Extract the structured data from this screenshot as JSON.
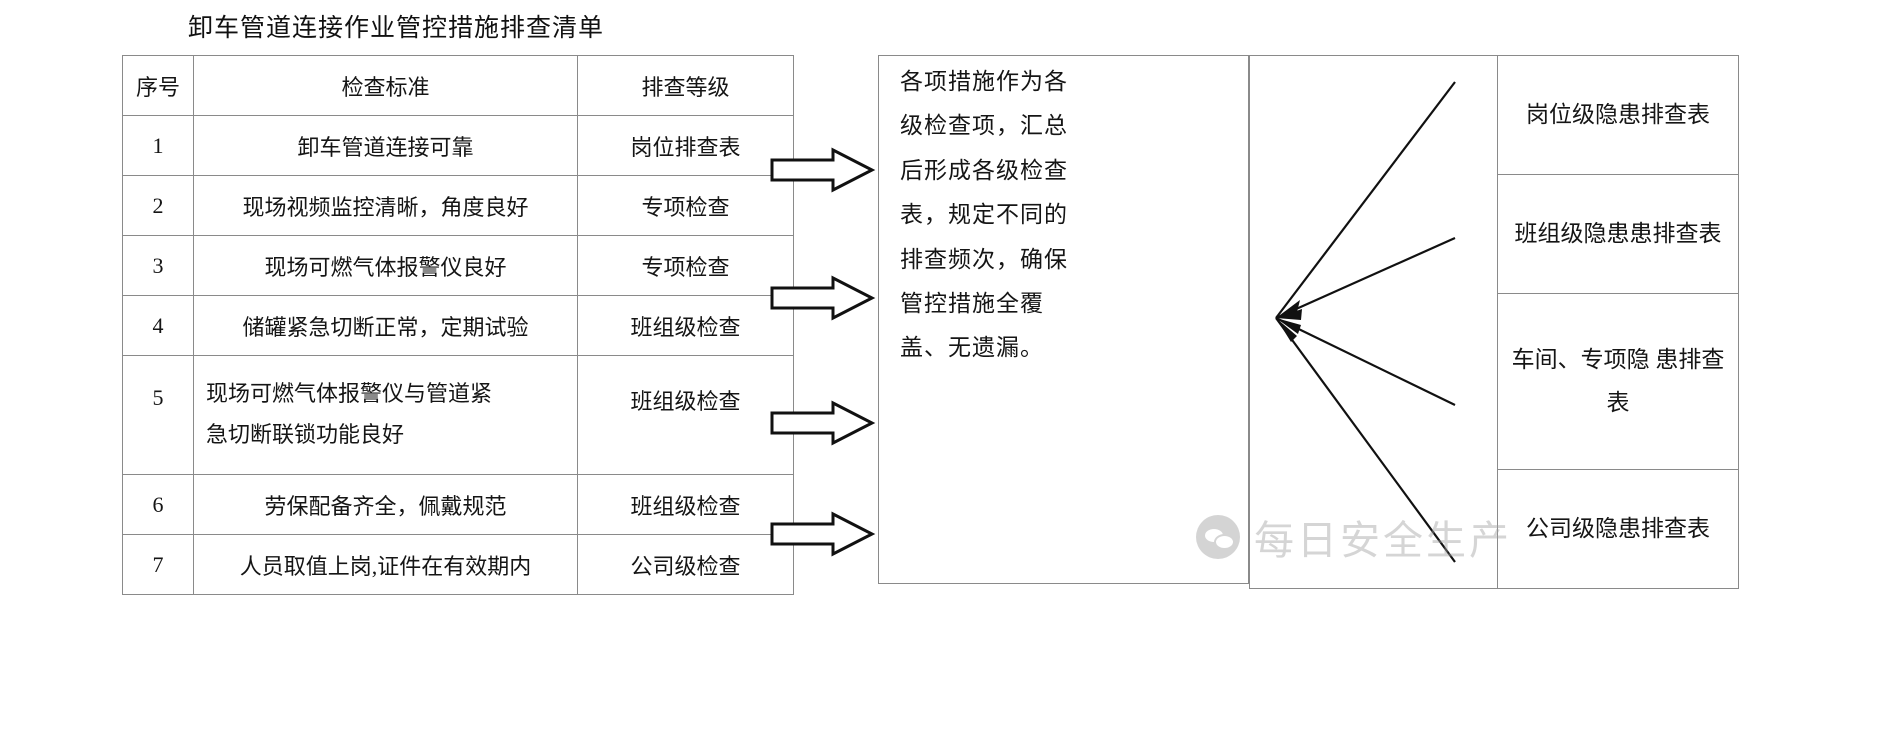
{
  "title": "卸车管道连接作业管控措施排查清单",
  "left_table": {
    "headers": [
      "序号",
      "检查标准",
      "排查等级"
    ],
    "rows": [
      {
        "idx": "1",
        "standard": "卸车管道连接可靠",
        "standard_line2": "",
        "level": "岗位排查表"
      },
      {
        "idx": "2",
        "standard": "现场视频监控清晰，角度良好",
        "standard_line2": "",
        "level": "专项检查"
      },
      {
        "idx": "3",
        "standard": "现场可燃气体报警仪良好",
        "standard_line2": "",
        "level": "专项检查"
      },
      {
        "idx": "4",
        "standard": "储罐紧急切断正常，定期试验",
        "standard_line2": "",
        "level": "班组级检查"
      },
      {
        "idx": "5",
        "standard": "现场可燃气体报警仪与管道紧",
        "standard_line2": "急切断联锁功能良好",
        "level": "班组级检查"
      },
      {
        "idx": "6",
        "standard": "劳保配备齐全，佩戴规范",
        "standard_line2": "",
        "level": "班组级检查"
      },
      {
        "idx": "7",
        "standard": "人员取值上岗,证件在有效期内",
        "standard_line2": "",
        "level": "公司级检查"
      }
    ]
  },
  "middle": {
    "text": "各项措施作为各级检查项，汇总后形成各级检查表，规定不同的排查频次，确保管控措施全覆盖、无遗漏。"
  },
  "right_table": {
    "rows": [
      {
        "name": "岗位级隐患排查表"
      },
      {
        "name": "班组级隐患患排查表"
      },
      {
        "name": "车间、专项隐 患排查表"
      },
      {
        "name": "公司级隐患排查表"
      }
    ]
  },
  "watermark": {
    "label": "每日安全生产",
    "icon": "wechat-icon"
  },
  "colors": {
    "border": "#8a8a8a",
    "text": "#151515",
    "watermark": "#9d9d9d",
    "background": "#ffffff"
  }
}
